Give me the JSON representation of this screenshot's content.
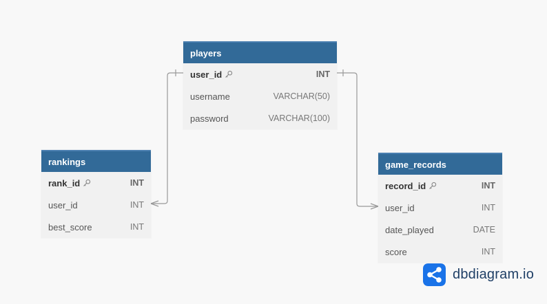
{
  "colors": {
    "header_bg": "#326a98",
    "body_bg": "#f1f1f1",
    "canvas_bg": "#f8f8f8",
    "connector": "#999999",
    "logo_blue": "#1a73e8"
  },
  "tables": {
    "players": {
      "name": "players",
      "fields": [
        {
          "name": "user_id",
          "type": "INT",
          "pk": true
        },
        {
          "name": "username",
          "type": "VARCHAR(50)",
          "pk": false
        },
        {
          "name": "password",
          "type": "VARCHAR(100)",
          "pk": false
        }
      ]
    },
    "rankings": {
      "name": "rankings",
      "fields": [
        {
          "name": "rank_id",
          "type": "INT",
          "pk": true
        },
        {
          "name": "user_id",
          "type": "INT",
          "pk": false
        },
        {
          "name": "best_score",
          "type": "INT",
          "pk": false
        }
      ]
    },
    "game_records": {
      "name": "game_records",
      "fields": [
        {
          "name": "record_id",
          "type": "INT",
          "pk": true
        },
        {
          "name": "user_id",
          "type": "INT",
          "pk": false
        },
        {
          "name": "date_played",
          "type": "DATE",
          "pk": false
        },
        {
          "name": "score",
          "type": "INT",
          "pk": false
        }
      ]
    }
  },
  "relationships": [
    {
      "from": "players.user_id",
      "to": "rankings.user_id",
      "cardinality": "one-to-many"
    },
    {
      "from": "players.user_id",
      "to": "game_records.user_id",
      "cardinality": "one-to-many"
    }
  ],
  "logo": {
    "icon": "share-nodes-icon",
    "text": "dbdiagram.io"
  }
}
